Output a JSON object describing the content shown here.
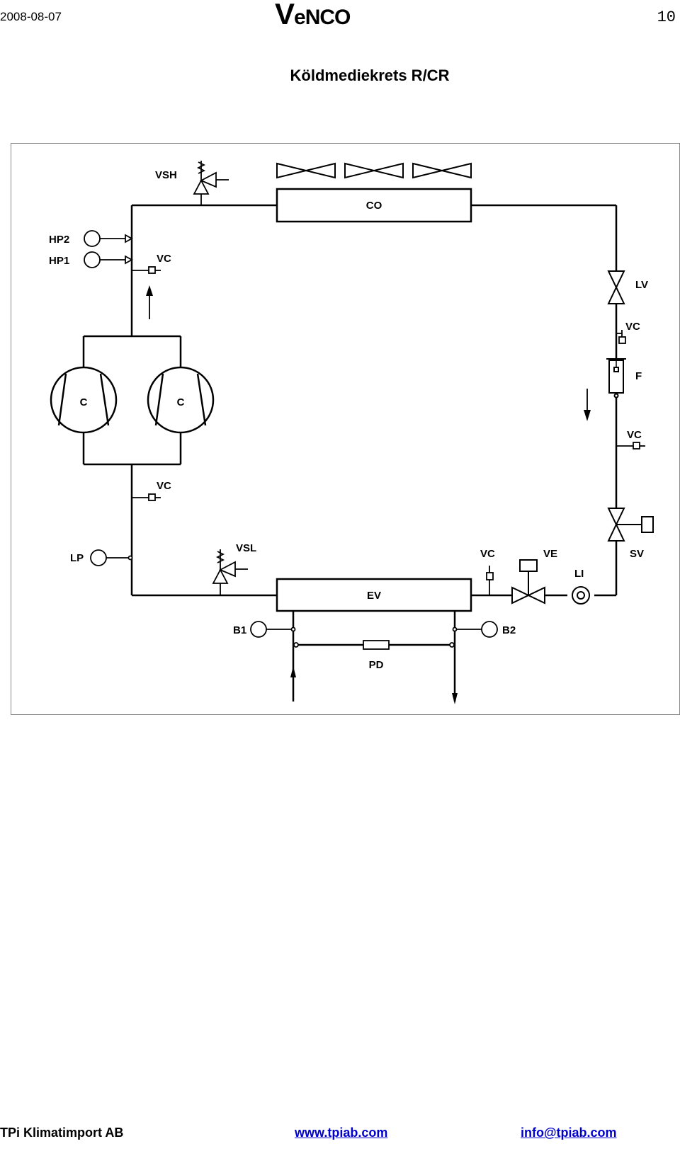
{
  "header": {
    "date": "2008-08-07",
    "logo_v": "V",
    "logo_rest": "eNCO",
    "page_number": "10"
  },
  "title": "Köldmediekrets R/CR",
  "diagram": {
    "labels": {
      "vsh": "VSH",
      "co": "CO",
      "hp2": "HP2",
      "hp1": "HP1",
      "vc_discharge": "VC",
      "lv": "LV",
      "vc_after_lv": "VC",
      "f": "F",
      "vc_after_f": "VC",
      "c_left": "C",
      "c_right": "C",
      "vc_suction": "VC",
      "sv": "SV",
      "lp": "LP",
      "vsl": "VSL",
      "vc_liquid": "VC",
      "ve": "VE",
      "li": "LI",
      "ev": "EV",
      "b1": "B1",
      "b2": "B2",
      "pd": "PD"
    }
  },
  "footer": {
    "company": "TPi Klimatimport AB",
    "website": "www.tpiab.com",
    "email": "info@tpiab.com"
  }
}
